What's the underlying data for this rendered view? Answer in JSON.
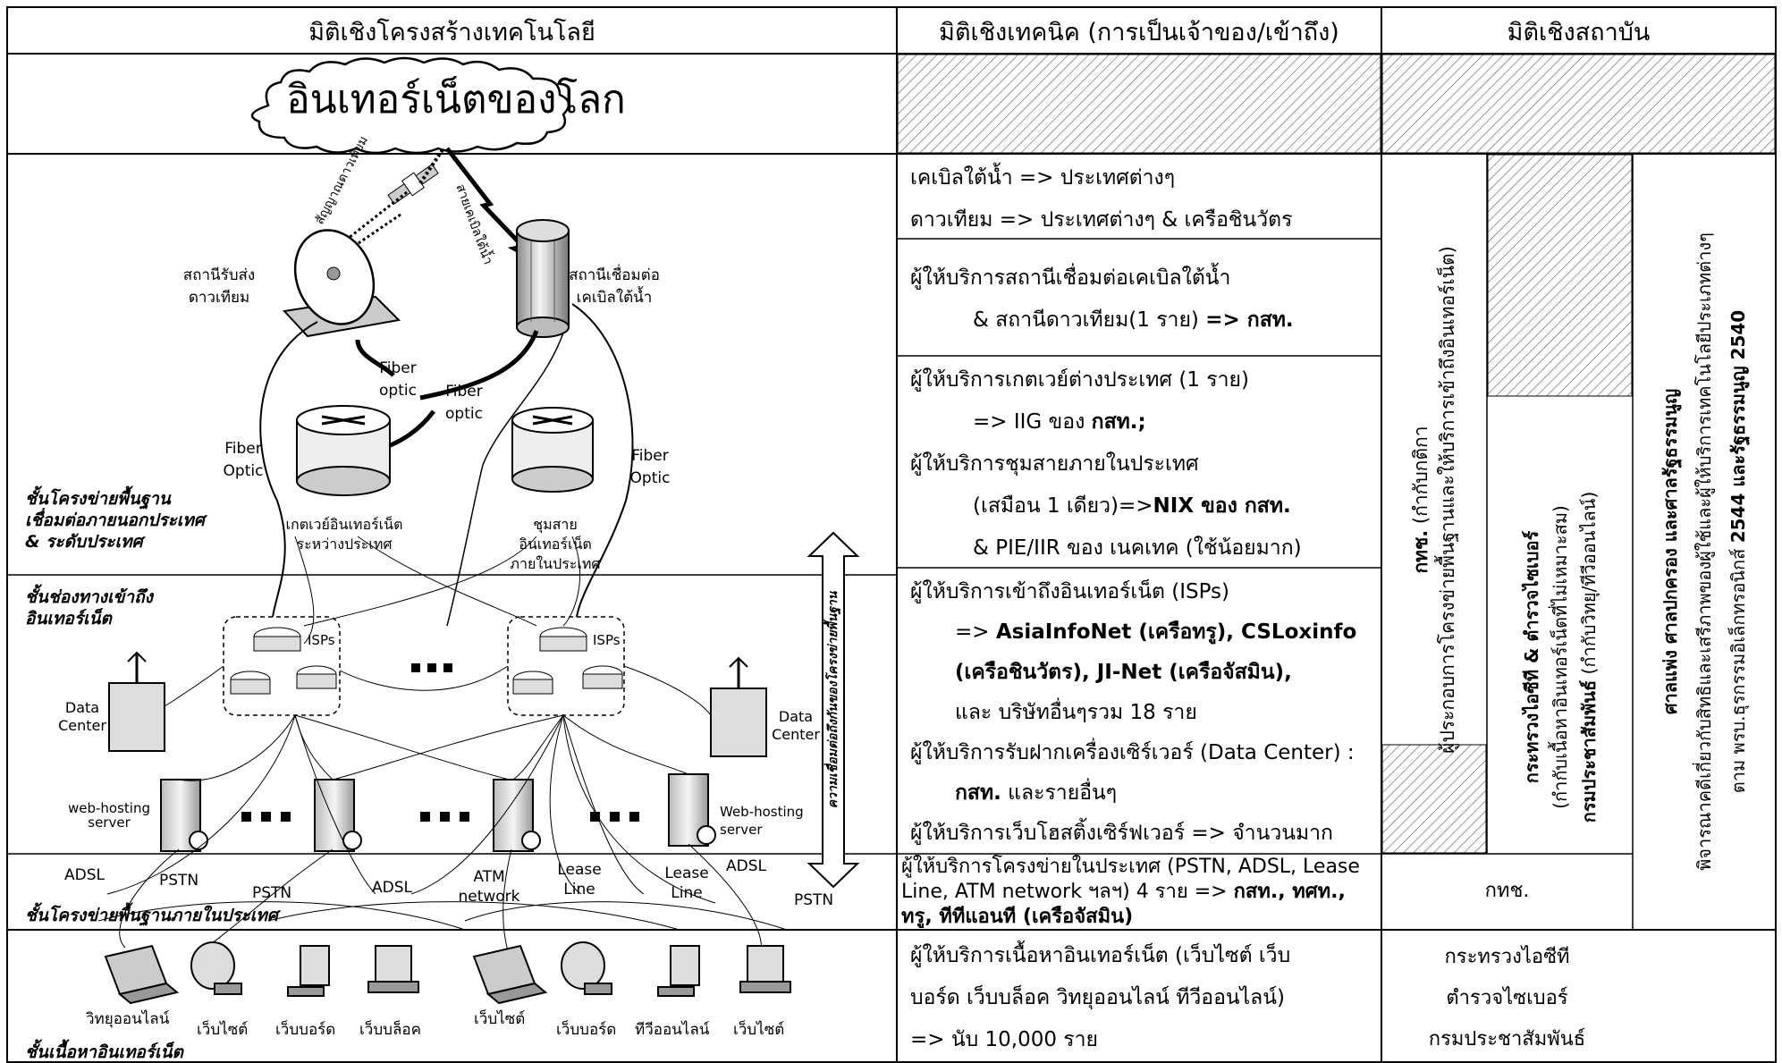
{
  "headers": {
    "col1": "มิติเชิงโครงสร้างเทคโนโลยี",
    "col2": "มิติเชิงเทคนิค (การเป็นเจ้าของ/เข้าถึง)",
    "col3": "มิติเชิงสถาบัน"
  },
  "cloud": "อินเทอร์เน็ตของโลก",
  "diagram": {
    "satellite_signal": "สัญญาณดาวเทียม",
    "submarine_cable": "สายเคเบิลใต้น้ำ",
    "satellite_station": "สถานีรับส่งดาวเทียม",
    "cable_station": "สถานีเชื่อมต่อเคเบิลใต้น้ำ",
    "fiber_optic_1": "Fiber optic",
    "fiber_optic_2": "Fiber optic",
    "fiber_optic_left": "Fiber Optic",
    "fiber_optic_right": "Fiber Optic",
    "intl_gateway": "เกตเวย์อินเทอร์เน็ตระหว่างประเทศ",
    "domestic_exchange": "ชุมสายอินเทอร์เน็ตภายในประเทศ",
    "isps_1": "ISPs",
    "isps_2": "ISPs",
    "data_center_left": "Data Center",
    "data_center_right": "Data Center",
    "web_hosting_left": "web-hosting server",
    "web_hosting_right": "Web-hosting server",
    "connectivity_arrow": "ความเชื่อมต่อถึงกันของโครงข่ายพื้นฐาน",
    "links": [
      "ADSL",
      "PSTN",
      "PSTN",
      "ADSL",
      "ATM network",
      "Lease Line",
      "Lease Line",
      "ADSL",
      "PSTN"
    ],
    "clients": [
      "วิทยุออนไลน์",
      "เว็บไซต์",
      "เว็บบอร์ด",
      "เว็บบล็อค",
      "เว็บไซต์",
      "เว็บบอร์ด",
      "ทีวีออนไลน์",
      "เว็บไซต์"
    ]
  },
  "layers": {
    "international": "ชั้นโครงข่ายพื้นฐาน\nเชื่อมต่อภายนอกประเทศ\n& ระดับประเทศ",
    "access": "ชั้นช่องทางเข้าถึง\nอินเทอร์เน็ต",
    "domestic": "ชั้นโครงข่ายพื้นฐานภายในประเทศ",
    "content": "ชั้นเนื้อหาอินเทอร์เน็ต"
  },
  "technical": {
    "r1_l1": "เคเบิลใต้น้ำ => ประเทศต่างๆ",
    "r1_l2": "ดาวเทียม => ประเทศต่างๆ & เครือชินวัตร",
    "r2_l1": "ผู้ให้บริการสถานีเชื่อมต่อเคเบิลใต้น้ำ",
    "r2_l2a": "& สถานีดาวเทียม(1 ราย) ",
    "r2_l2b": "=> กสท.",
    "r3_l1": "ผู้ให้บริการเกตเวย์ต่างประเทศ (1 ราย)",
    "r3_l2a": "=> IIG ของ ",
    "r3_l2b": "กสท.;",
    "r3_l3": "ผู้ให้บริการชุมสายภายในประเทศ",
    "r3_l4a": "(เสมือน 1 เดียว)=>",
    "r3_l4b": "NIX ของ กสท.",
    "r3_l5": "& PIE/IIR ของ เนคเทค (ใช้น้อยมาก)",
    "r4_l1": "ผู้ให้บริการเข้าถึงอินเทอร์เน็ต (ISPs)",
    "r4_l2a": "=> ",
    "r4_l2b": "AsiaInfoNet (เครือทรู), CSLoxinfo",
    "r4_l3": "(เครือชินวัตร), JI-Net (เครือจัสมิน),",
    "r4_l4": "และ บริษัทอื่นๆรวม 18 ราย",
    "r4_l5": "ผู้ให้บริการรับฝากเครื่องเซิร์เวอร์ (Data Center) :",
    "r4_l6a": "กสท.",
    "r4_l6b": " และรายอื่นๆ",
    "r4_l7": "ผู้ให้บริการเว็บโฮสติ้งเซิร์ฟเวอร์ => จำนวนมาก",
    "r5_l1": "ผู้ให้บริการโครงข่ายในประเทศ (PSTN, ADSL, Lease",
    "r5_l2a": "Line, ATM network ฯลฯ) 4 ราย => ",
    "r5_l2b": "กสท., ทศท.,",
    "r5_l3": "ทรู, ทีทีแอนที (เครือจัสมิน)",
    "r6_l1": "ผู้ให้บริการเนื้อหาอินเทอร์เน็ต (เว็บไซต์ เว็บ",
    "r6_l2": "บอร์ด เว็บบล็อค วิทยุออนไลน์ ทีวีออนไลน์)",
    "r6_l3": "=> นับ 10,000 ราย"
  },
  "institutional": {
    "ntc_title": "กทช.",
    "ntc_sub": "(กำกับกติกา",
    "ntc_desc": "ผู้ประกอบการโครงข่ายพื้นฐานและให้บริการเข้าถึงอินเทอร์เน็ต)",
    "mict": "กระทรวงไอซีที & ตำรวจไซเบอร์",
    "mict_sub": "(กำกับเนื้อหาอินเทอร์เน็ตที่ไม่เหมาะสม)",
    "prd": "กรมประชาสัมพันธ์",
    "prd_sub": " (กำกับวิทยุ/ทีวีออนไลน์)",
    "court": "ศาลแพ่ง ศาลปกครอง และศาลรัฐธรรมนูญ",
    "court_sub": "พิจารณาคดีเกี่ยวกับสิทธิและเสรีภาพของผู้ใช้และผู้ให้บริการเทคโนโลยีประเภทต่างๆ",
    "law_a": "ตาม พรบ.ธุรกรรมอิเล็กทรอนิกส์ ",
    "law_b": "2544 และรัฐธรรมนูญ 2540",
    "ntc_short": "กทช.",
    "content_1": "กระทรวงไอซีที",
    "content_2": "ตำรวจไซเบอร์",
    "content_3": "กรมประชาสัมพันธ์"
  }
}
